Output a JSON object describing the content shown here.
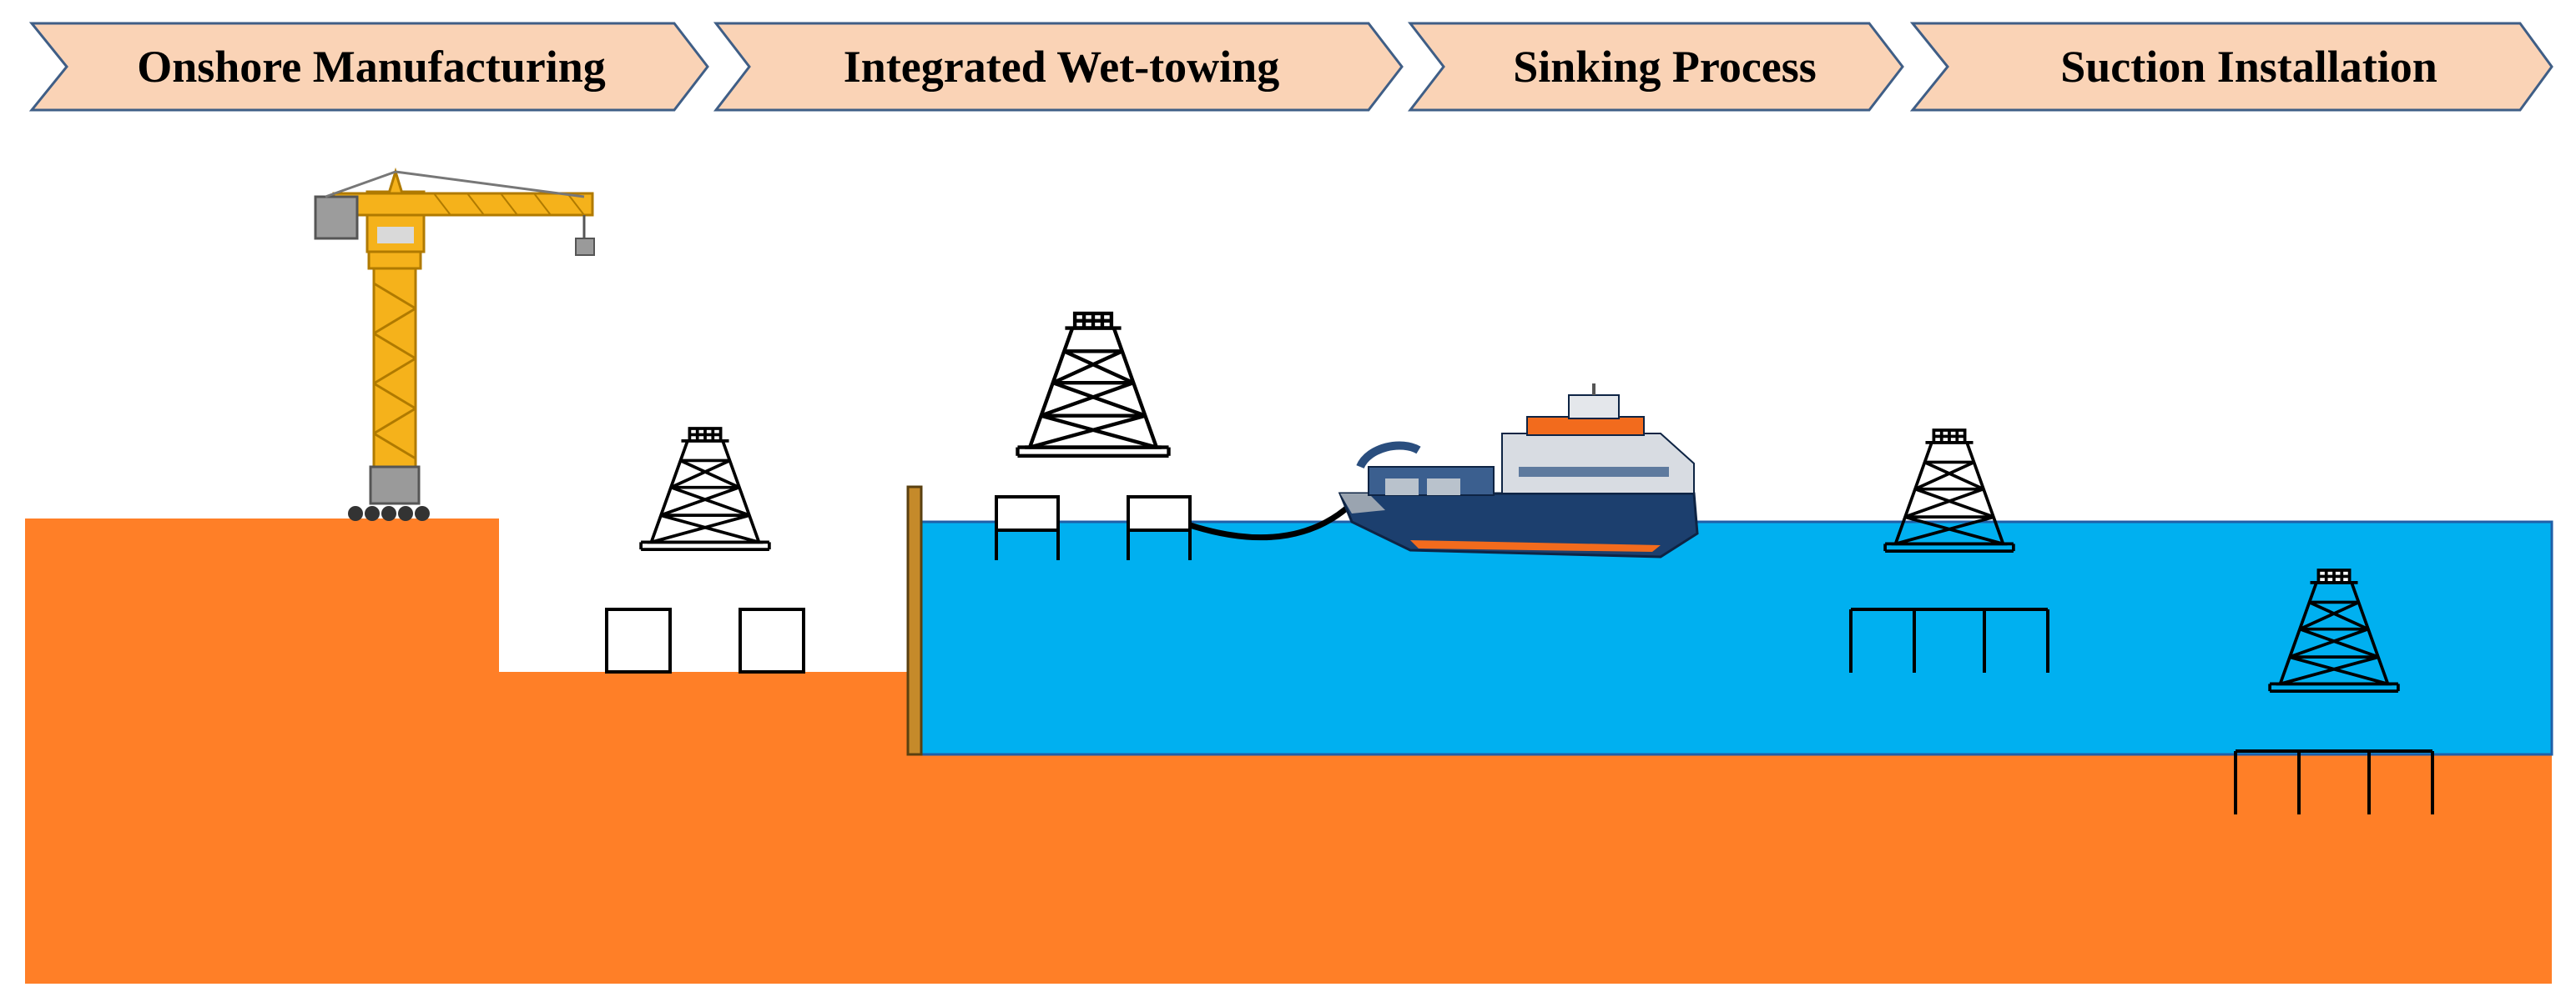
{
  "stages": [
    {
      "label": "Onshore Manufacturing"
    },
    {
      "label": "Integrated Wet-towing"
    },
    {
      "label": "Sinking Process"
    },
    {
      "label": "Suction Installation"
    }
  ],
  "colors": {
    "arrow_fill": "#FAD3B6",
    "arrow_stroke": "#3F5E86",
    "ground": "#FF7F27",
    "water": "#00B0F0",
    "water_stroke": "#1F5FA8",
    "wall": "#C58A2A",
    "crane": "#F5B21B",
    "jacket": "#000000",
    "ship_hull": "#1C3F6E",
    "ship_accent": "#F26B1D",
    "ship_superstructure": "#D8DCE2"
  },
  "icons": {
    "crane": "tower-crane-icon",
    "vessel": "towing-vessel-icon",
    "jacket": "jacket-foundation-icon"
  }
}
